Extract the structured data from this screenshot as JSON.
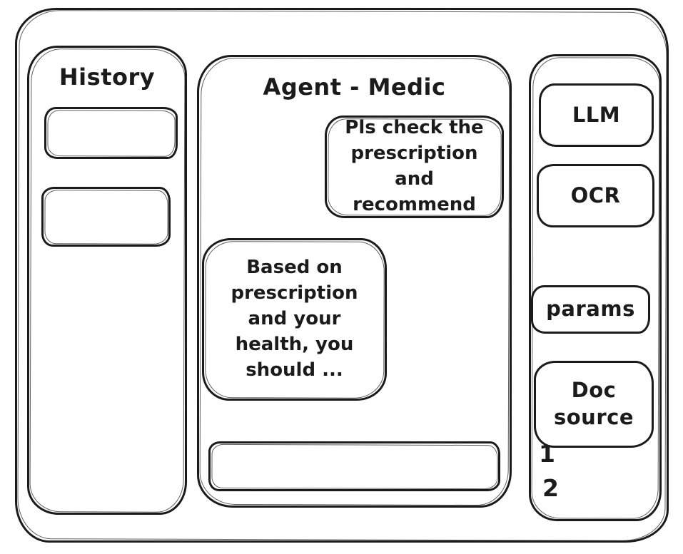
{
  "window": {
    "background": "#ffffff",
    "stroke_color": "#1b1b1b"
  },
  "sidebar_left": {
    "title": "History",
    "items": [
      {
        "label": ""
      },
      {
        "label": ""
      }
    ]
  },
  "main": {
    "title": "Agent - Medic",
    "messages": [
      {
        "role": "user",
        "align": "right",
        "text": "Pls check the\nprescription\nand recommend"
      },
      {
        "role": "assistant",
        "align": "left",
        "text": "Based on\nprescription\nand your\nhealth, you\nshould ..."
      }
    ],
    "input": {
      "value": "",
      "placeholder": ""
    }
  },
  "sidebar_right": {
    "buttons": [
      {
        "label": "LLM"
      },
      {
        "label": "OCR"
      },
      {
        "label": "params"
      },
      {
        "label": "Doc\nsource"
      }
    ],
    "doc_list": [
      "1",
      "2"
    ]
  }
}
